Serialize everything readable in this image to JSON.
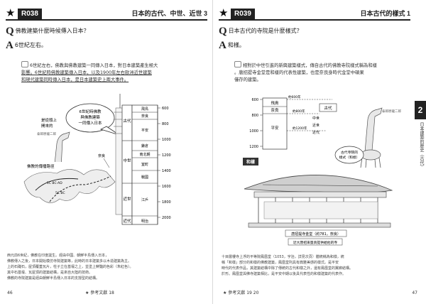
{
  "left": {
    "code": "R038",
    "title": "日本的古代、中世、近世 3",
    "question": "佛教建築什麼時候傳入日本？",
    "answer": "6世紀左右。",
    "body": [
      "6世紀左右，佛教與佛教建築一同傳入日本，對日本建築產生極大",
      "影響。6世紀時佛教建築傳入日本，以及1900年左右歐洲近世建築",
      "和現代建築同時傳入日本，是日本建築史上兩大事件。"
    ],
    "diagram": {
      "bubble": [
        "6世紀時佛教",
        "與佛教建築",
        "一同傳入日本"
      ],
      "deer": [
        "是從頭上",
        "開來的"
      ],
      "deer_sub": "泰郎原龍二郎",
      "route": "佛教的傳播路徑",
      "map_dates": [
        "1C BC-AD",
        "5C BC"
      ],
      "nara": "奈良",
      "ticks": [
        "600",
        "800",
        "1000",
        "1200",
        "1400",
        "1600",
        "1800",
        "2000"
      ],
      "eras": [
        "古代",
        "中世",
        "近世",
        "近代"
      ],
      "periods": [
        "飛鳥",
        "奈良",
        "平安",
        "鎌倉",
        "南北朝",
        "室町",
        "戰國",
        "江戶",
        "明治"
      ]
    },
    "foot": [
      "西元前6世紀，佛教在印度誕生。經由中國、朝鮮半島傳入日本，",
      "佛教傳入之後，日本開始模仿寺院建築等，此時的日本建築多以木造建築為主。",
      "上的石礎石，屋頂覆蓋瓦片，柱子立在基壇之上，並塗上鮮豔的色彩（朱紅色）。",
      "其中石基壇、瓦屋頂的建築結構，是來自大陸的技術。",
      "佛教的寺院建築是經由朝鮮半島傳入日本的支撐型的結構。"
    ],
    "page_no": "46",
    "ref": "參考文獻 18"
  },
  "right": {
    "code": "R039",
    "title": "日本古代的樣式 1",
    "question": "日本古代的寺院是什麼樣式？",
    "answer": "和樣。",
    "body": [
      "相對於中世引進的新興建築樣式，傳自古代的佛教寺院樣式稱為和樣",
      "。唐招提寺金堂是和樣的代表性建築，也是奈良身時代金堂中碩果",
      "僅存的建築。"
    ],
    "diagram": {
      "ticks": [
        "600",
        "800",
        "1000",
        "1200"
      ],
      "periods": [
        "飛鳥",
        "奈良",
        "平安"
      ],
      "era": "古代",
      "era_labels": [
        "古代",
        "中世",
        "近世",
        "近代"
      ],
      "circa": [
        "約600年",
        "約800年",
        "約1200年"
      ],
      "deer": "泰郎原龍二郎",
      "bubble": [
        "古代寺院的",
        "樣式（和樣）"
      ],
      "wayou": "和樣",
      "caption": "唐招提寺金堂（約781，奈良）",
      "caption2": "近大唐招來量真提供給他的寺"
    },
    "foot": [
      "十目層樓寺上浮的平等院鳳凰堂（1053，宇治，詳見次頁）體統稱為和樣，統",
      "稱「和樣」部分的和樣的佛教建築，鳳凰堂則具有典雅美感的樣式。是平安",
      "時代的代表作品，其建築結構中除了傳統的古代和樣之外，還有鳳凰堂的翼廊結構。",
      "於形。鳳凰堂與佛寺建築相比，是平安中期以後具代表性的和樣建築的代表作。"
    ],
    "page_no": "47",
    "ref": "參考文獻 19 20",
    "tab_no": "2",
    "tab_text": "日本建築的歷史（古代）"
  }
}
